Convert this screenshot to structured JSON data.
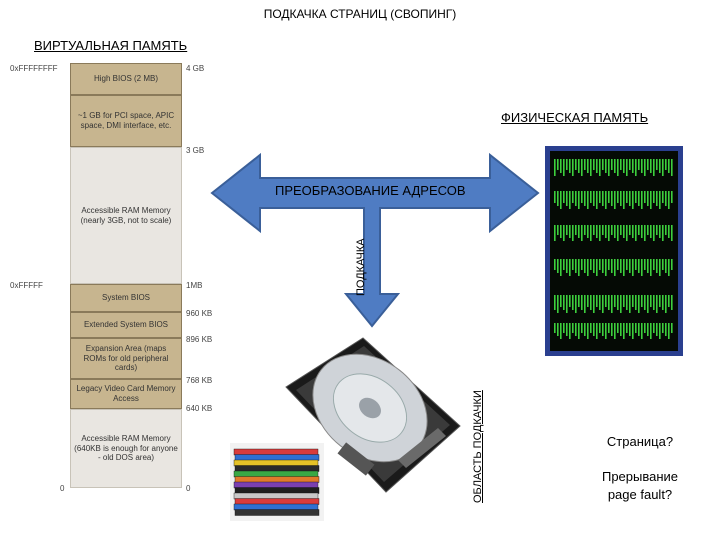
{
  "title": "ПОДКАЧКА СТРАНИЦ (СВОПИНГ)",
  "virtual_memory_heading": "ВИРТУАЛЬНАЯ ПАМЯТЬ",
  "physical_memory_heading": "ФИЗИЧЕСКАЯ ПАМЯТЬ",
  "address_translation_label": "ПРЕОБРАЗОВАНИЕ АДРЕСОВ",
  "paging_label": "ПОДКАЧКА",
  "swap_area_label": "ОБЛАСТЬ ПОДКАЧКИ",
  "page_question": "Страница?",
  "page_fault": {
    "line1": "Прерывание",
    "line2": "page fault?"
  },
  "memory_map": {
    "segments": [
      {
        "label": "High BIOS (2 MB)"
      },
      {
        "label": "~1 GB for PCI space, APIC space, DMI interface, etc."
      },
      {
        "label": "Accessible RAM Memory (nearly 3GB, not to scale)"
      },
      {
        "label": "System BIOS"
      },
      {
        "label": "Extended System BIOS"
      },
      {
        "label": "Expansion Area (maps ROMs for old peripheral cards)"
      },
      {
        "label": "Legacy Video Card Memory Access"
      },
      {
        "label": "Accessible RAM Memory (640KB is enough for anyone - old DOS area)"
      }
    ],
    "left_addresses": {
      "top": "0xFFFFFFFF",
      "mid": "0xFFFFF",
      "bottom": "0"
    },
    "right_addresses": [
      "4 GB",
      "3 GB",
      "1MB",
      "960 KB",
      "896 KB",
      "768 KB",
      "640 KB",
      "0"
    ]
  },
  "colors": {
    "arrow_fill": "#4f7cc3",
    "arrow_stroke": "#3a5f99",
    "map_tan": "#c7b58f",
    "map_grey": "#e9e6e1",
    "chip_green": "#3dcf3d",
    "chip_frame": "#2a3f8f"
  },
  "icons": [
    "memory-chip-icon",
    "hard-drive-icon",
    "floppy-stack-icon"
  ]
}
